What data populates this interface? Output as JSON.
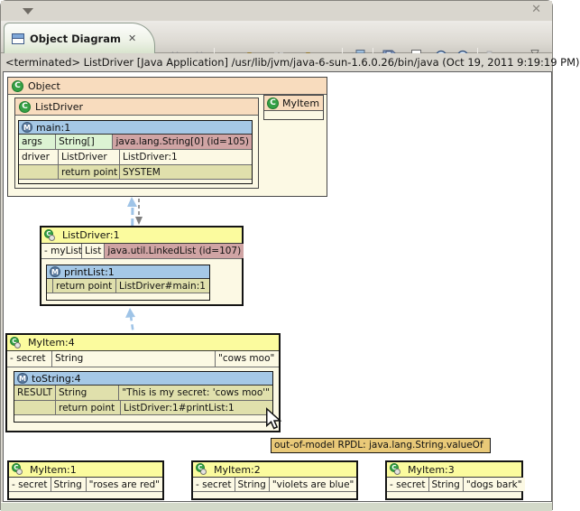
{
  "titlebar": {
    "close_glyph": "✕"
  },
  "tab": {
    "title": "Object Diagram",
    "close_glyph": "✕"
  },
  "toolbar": {
    "terminate": {
      "glyph": "✖"
    },
    "terminate_all": {
      "glyph": "✖",
      "overlay_glyph": "✖"
    },
    "rewind": {
      "glyph": "◀◀"
    },
    "step_back": {
      "glyph": "◀"
    },
    "step_forward": {
      "glyph": "▶"
    },
    "fast_forward": {
      "glyph": "▶▶"
    },
    "view_menu": {
      "glyph": "▽"
    }
  },
  "status_line": "<terminated> ListDriver [Java Application] /usr/lib/jvm/java-6-sun-1.6.0.26/bin/java (Oct 19, 2011 9:19:19 PM)",
  "colors": {
    "class_header": "#F8DCBE",
    "instance_header": "#FBFB9E",
    "method_header": "#A5C8E6",
    "param_green": "#DCF3D3",
    "object_ref_rose": "#D0A4A4",
    "return_khaki": "#E0E0AC",
    "body_cream": "#FCF9E4",
    "rpdl_gold": "#E9C978"
  },
  "diagram": {
    "object_box": {
      "title": "Object"
    },
    "listdriver_box": {
      "title": "ListDriver"
    },
    "myitem_class_box": {
      "title": "MyItem"
    },
    "main_table": {
      "title": "main:1",
      "rows": [
        {
          "name": "args",
          "type": "String[]",
          "value": "java.lang.String[0] (id=105)"
        },
        {
          "name": "driver",
          "type": "ListDriver",
          "value": "ListDriver:1"
        },
        {
          "name": "",
          "type": "return point",
          "value": "SYSTEM"
        }
      ]
    },
    "listdriver1_box": {
      "title": "ListDriver:1",
      "field": {
        "name": "- myList",
        "type": "List",
        "value": "java.util.LinkedList (id=107)"
      },
      "table": {
        "title": "printList:1",
        "rows": [
          {
            "name": "",
            "type": "return point",
            "value": "ListDriver#main:1"
          }
        ]
      }
    },
    "myitem4_box": {
      "title": "MyItem:4",
      "field": {
        "name": "- secret",
        "type": "String",
        "value": "\"cows moo\""
      },
      "table": {
        "title": "toString:4",
        "rows": [
          {
            "name": "RESULT",
            "type": "String",
            "value": "\"This is my secret: 'cows moo'\""
          },
          {
            "name": "",
            "type": "return point",
            "value": "ListDriver:1#printList:1"
          }
        ]
      }
    },
    "rpdl_label": "out-of-model RPDL: java.lang.String.valueOf",
    "myitem1_box": {
      "title": "MyItem:1",
      "field": {
        "name": "- secret",
        "type": "String",
        "value": "\"roses are red\""
      }
    },
    "myitem2_box": {
      "title": "MyItem:2",
      "field": {
        "name": "- secret",
        "type": "String",
        "value": "\"violets are blue\""
      }
    },
    "myitem3_box": {
      "title": "MyItem:3",
      "field": {
        "name": "- secret",
        "type": "String",
        "value": "\"dogs bark\""
      }
    }
  }
}
